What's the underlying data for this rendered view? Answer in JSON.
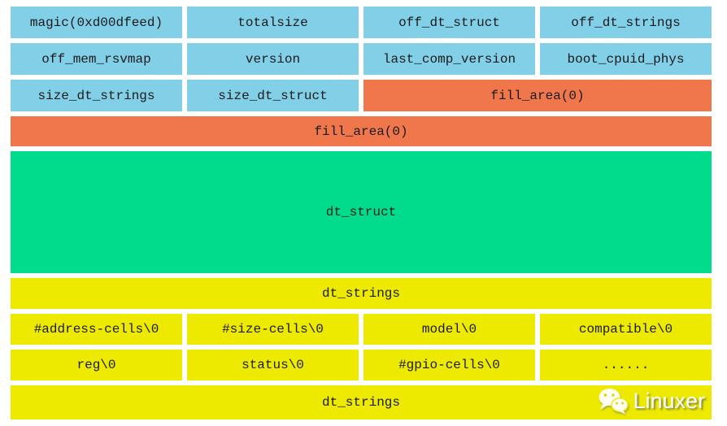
{
  "colors": {
    "blue": "#82CFE8",
    "orange": "#F0774B",
    "green": "#00DC8C",
    "yellow": "#EDEA00",
    "text": "#1a1a1a",
    "background": "#ffffff",
    "watermark": "#ffffff"
  },
  "header_rows": [
    {
      "cells": [
        "magic(0xd00dfeed)",
        "totalsize",
        "off_dt_struct",
        "off_dt_strings"
      ]
    },
    {
      "cells": [
        "off_mem_rsvmap",
        "version",
        "last_comp_version",
        "boot_cpuid_phys"
      ]
    }
  ],
  "mixed_row": {
    "cells": [
      "size_dt_strings",
      "size_dt_struct"
    ],
    "span_cell": "fill_area(0)"
  },
  "fill_row": "fill_area(0)",
  "struct_block": "dt_struct",
  "strings_header": "dt_strings",
  "strings_rows": [
    [
      "#address-cells\\0",
      "#size-cells\\0",
      "model\\0",
      "compatible\\0"
    ],
    [
      "reg\\0",
      "status\\0",
      "#gpio-cells\\0",
      "......"
    ]
  ],
  "strings_footer": "dt_strings",
  "watermark": {
    "label": "Linuxer",
    "icon": "wechat-icon"
  }
}
